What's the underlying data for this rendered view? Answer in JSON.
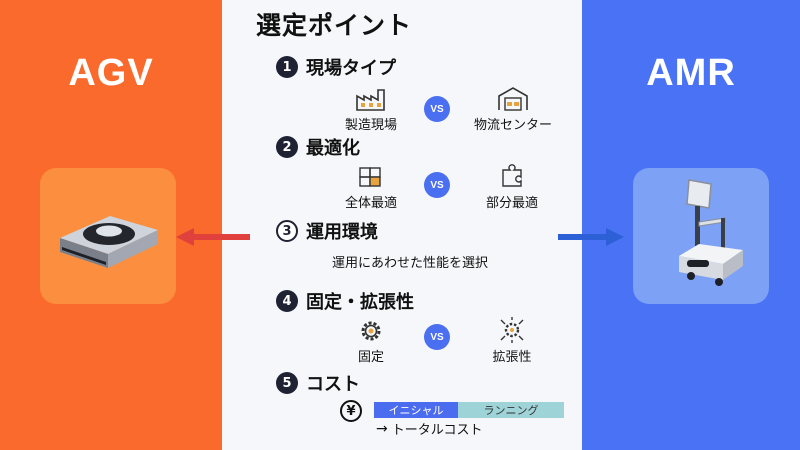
{
  "left": {
    "title": "AGV"
  },
  "right": {
    "title": "AMR"
  },
  "title": "選定ポイント",
  "sections": [
    {
      "num": "1",
      "label": "現場タイプ",
      "a": "製造現場",
      "b": "物流センター"
    },
    {
      "num": "2",
      "label": "最適化",
      "a": "全体最適",
      "b": "部分最適"
    },
    {
      "num": "3",
      "label": "運用環境",
      "desc": "運用にあわせた性能を選択"
    },
    {
      "num": "4",
      "label": "固定・拡張性",
      "a": "固定",
      "b": "拡張性"
    },
    {
      "num": "5",
      "label": "コスト"
    }
  ],
  "vs_label": "VS",
  "cost": {
    "yen": "¥",
    "initial": "イニシャル",
    "running": "ランニング",
    "total": "トータルコスト",
    "arrow": "→"
  },
  "colors": {
    "agv": "#f96a2c",
    "amr": "#4a72f5",
    "vs": "#4a6ff0",
    "left_arrow": "#e0413c",
    "right_arrow": "#2d5fd6"
  },
  "icons": [
    "factory-icon",
    "warehouse-icon",
    "puzzle-icon",
    "gear-icon",
    "expand-gear-icon",
    "yen-icon",
    "agv-robot-icon",
    "amr-robot-icon"
  ]
}
